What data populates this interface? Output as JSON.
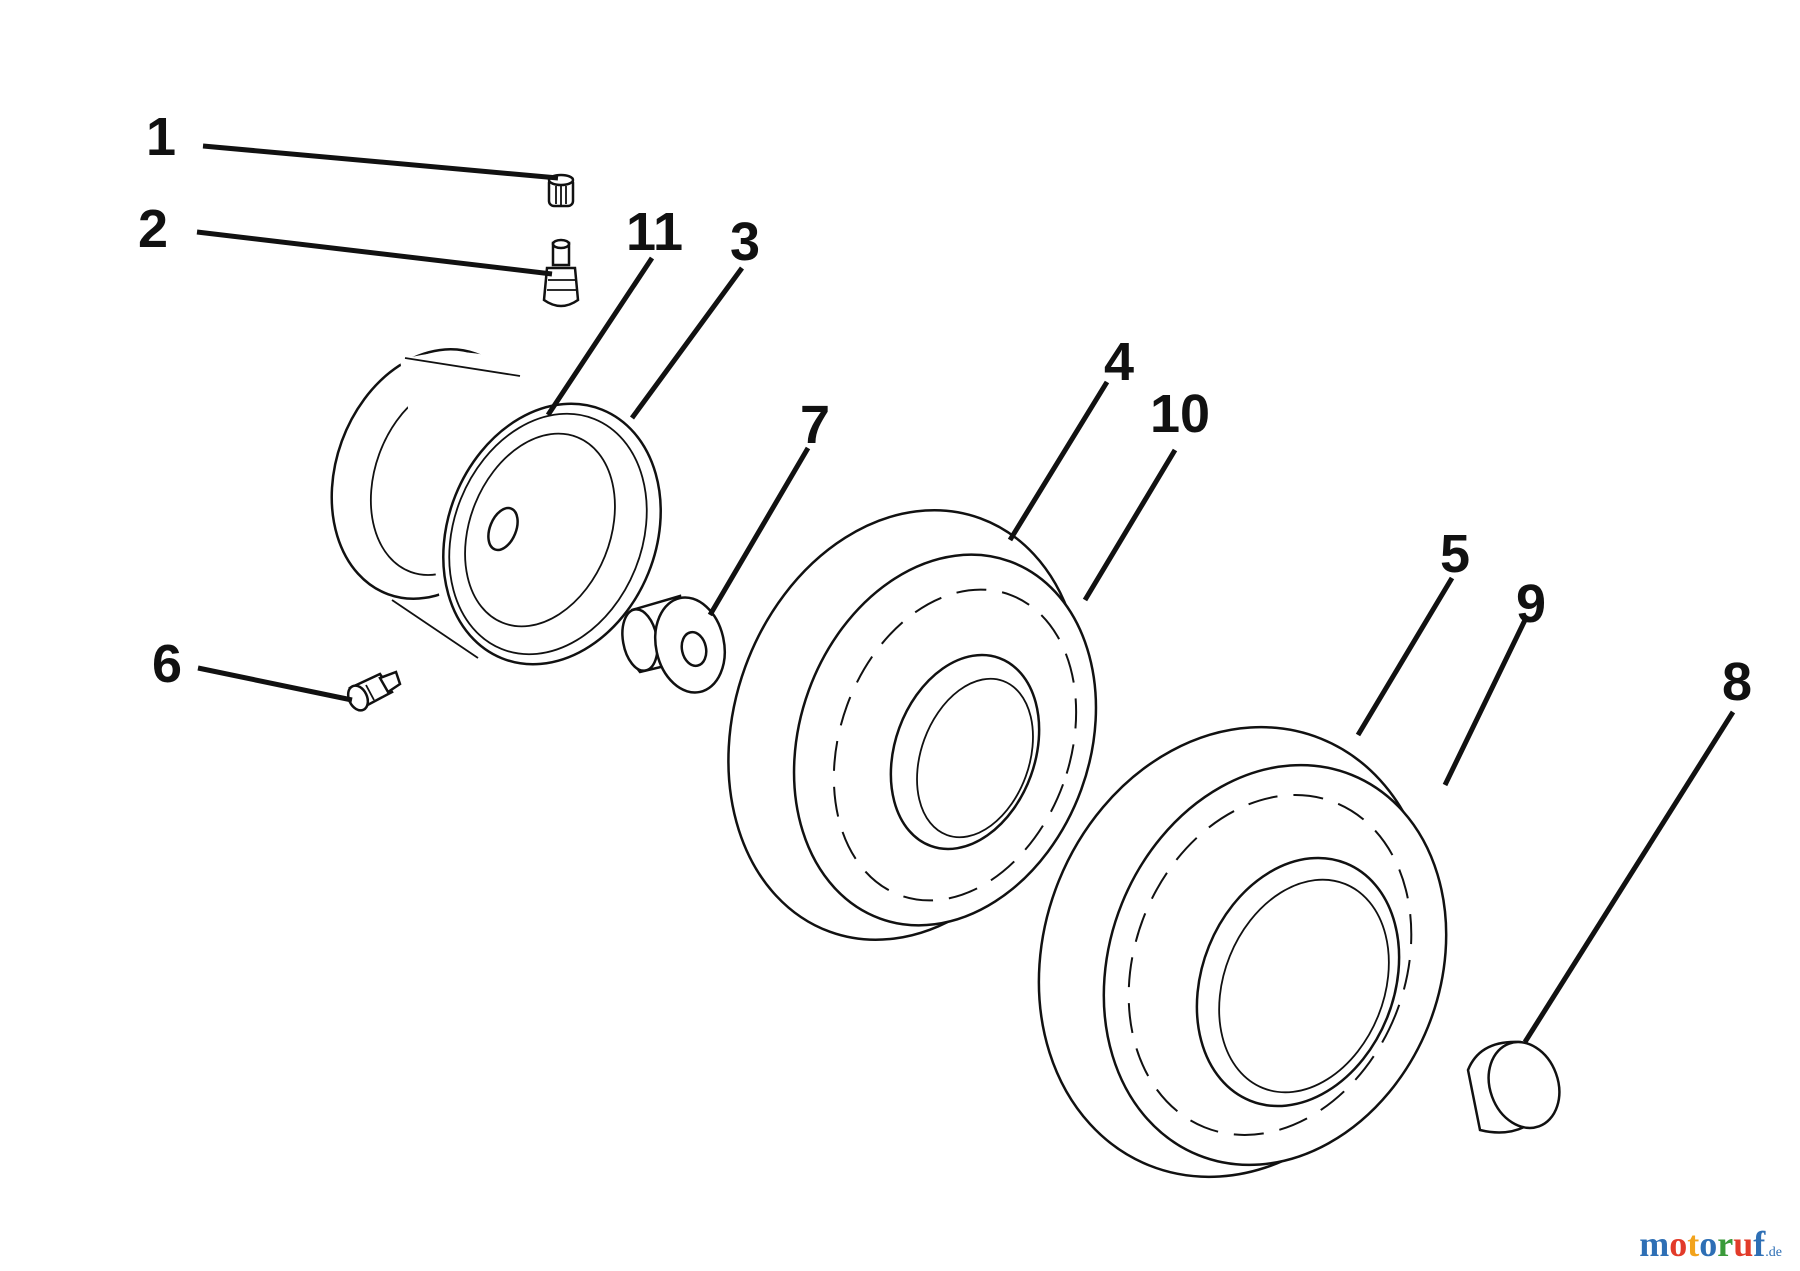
{
  "diagram": {
    "callouts": [
      {
        "id": "1",
        "label": "1"
      },
      {
        "id": "2",
        "label": "2"
      },
      {
        "id": "3",
        "label": "3"
      },
      {
        "id": "4",
        "label": "4"
      },
      {
        "id": "5",
        "label": "5"
      },
      {
        "id": "6",
        "label": "6"
      },
      {
        "id": "7",
        "label": "7"
      },
      {
        "id": "8",
        "label": "8"
      },
      {
        "id": "9",
        "label": "9"
      },
      {
        "id": "10",
        "label": "10"
      },
      {
        "id": "11",
        "label": "11"
      }
    ]
  },
  "watermark": {
    "letters": [
      "m",
      "o",
      "t",
      "o",
      "r",
      "u",
      "f"
    ],
    "letter_colors": [
      "#2e6fb5",
      "#e23b2a",
      "#f2a31c",
      "#2e6fb5",
      "#3a9a3a",
      "#e23b2a",
      "#2e6fb5"
    ],
    "tld": ".de"
  }
}
